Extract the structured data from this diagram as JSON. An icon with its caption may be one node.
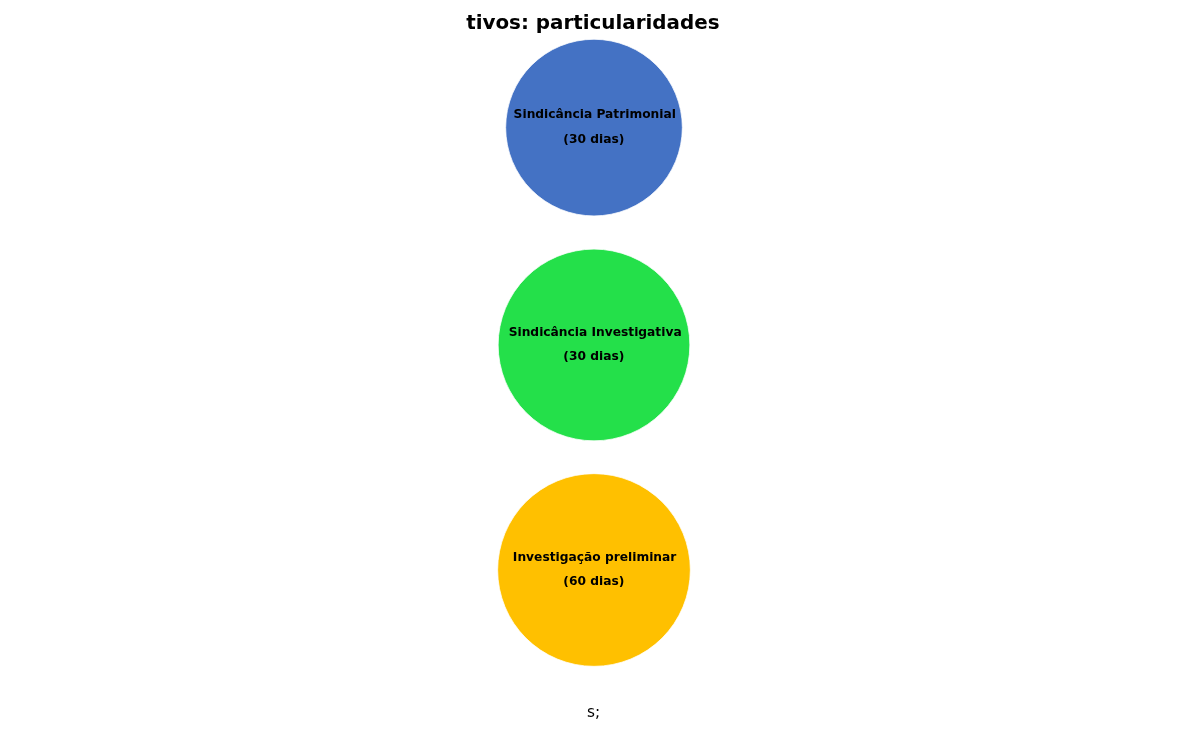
{
  "diagram": {
    "title": "tivos: particularidades",
    "nodes": [
      {
        "text": [
          "Investigação preliminar",
          "(60 dias)"
        ]
      },
      {
        "text": [
          "Sindicância Investigativa",
          "(30 dias)"
        ]
      },
      {
        "text": [
          "Sindicância Patrimonial",
          "(30 dias)"
        ]
      }
    ],
    "labels": [
      "s;"
    ]
  }
}
